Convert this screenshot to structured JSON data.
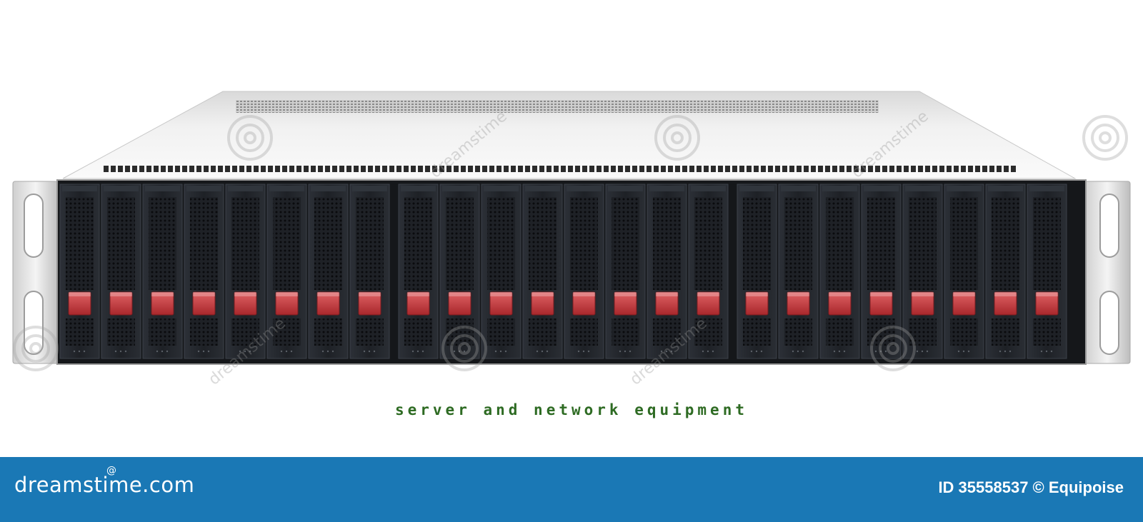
{
  "caption": "server and network equipment",
  "footer": {
    "brand": "dreamstime.com",
    "image_id": "ID 35558537",
    "credit": "ID 35558537 © Equipoise"
  },
  "watermark": {
    "text": "dreamstime",
    "swirl_icon": "swirl-logo-icon"
  },
  "server": {
    "drive_bay_count": 24,
    "bank_size": 8,
    "handle_color": "#c9373a",
    "bay_color": "#1e2126"
  },
  "colors": {
    "footer_bg": "#1a78b5",
    "caption": "#2e6b23"
  }
}
